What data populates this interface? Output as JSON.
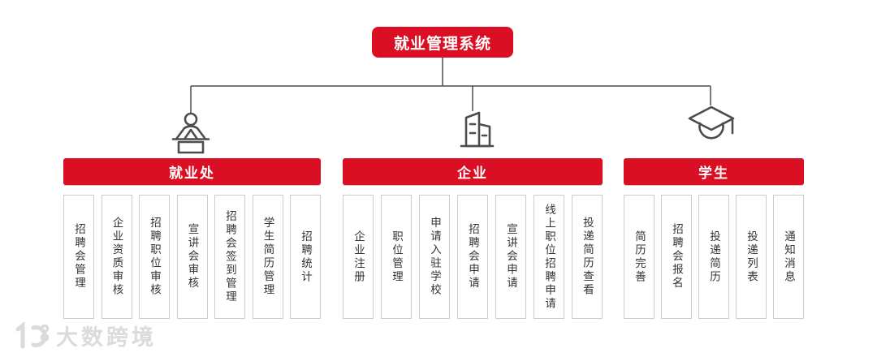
{
  "title": "就业管理系统",
  "branches": [
    {
      "name": "就业处",
      "icon": "podium-person-icon",
      "items": [
        "招聘会管理",
        "企业资质审核",
        "招聘职位审核",
        "宣讲会审核",
        "招聘会签到管理",
        "学生简历管理",
        "招聘统计"
      ]
    },
    {
      "name": "企业",
      "icon": "office-building-icon",
      "items": [
        "企业注册",
        "职位管理",
        "申请入驻学校",
        "招聘会申请",
        "宣讲会申请",
        "线上职位招聘申请",
        "投递简历查看"
      ]
    },
    {
      "name": "学生",
      "icon": "graduation-cap-icon",
      "items": [
        "简历完善",
        "招聘会报名",
        "投递简历",
        "投递列表",
        "通知消息"
      ]
    }
  ],
  "watermark": {
    "logo": "big-data-crossborder-logo",
    "text": "大数跨境"
  },
  "colors": {
    "accent_red": "#db0f23",
    "connector_gray": "#4d4d4d",
    "column_border": "#cccccc",
    "text_dark": "#333333",
    "watermark_gray": "#dbdbdb"
  }
}
